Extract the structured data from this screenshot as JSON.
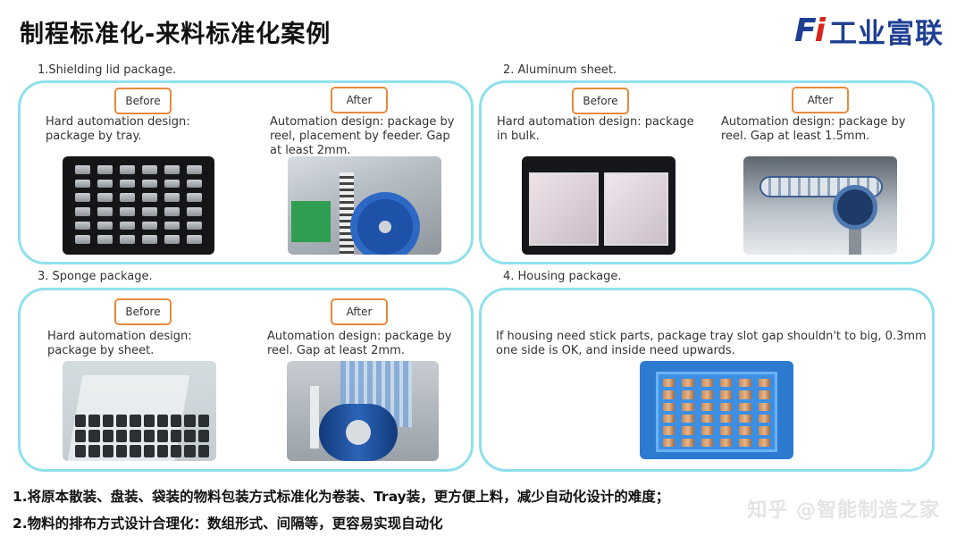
{
  "title": "制程标准化-来料标准化案例",
  "logo": {
    "mark": "Fi",
    "text": "工业富联"
  },
  "sections": [
    {
      "title": "1.Shielding lid package.",
      "before": {
        "label": "Before",
        "desc": "Hard automation design: package by tray."
      },
      "after": {
        "label": "After",
        "desc": "Automation design: package by reel, placement by feeder. Gap at least 2mm."
      }
    },
    {
      "title": "2. Aluminum sheet.",
      "before": {
        "label": "Before",
        "desc": "Hard automation design: package in bulk."
      },
      "after": {
        "label": "After",
        "desc": "Automation design: package by reel. Gap at least 1.5mm."
      }
    },
    {
      "title": "3. Sponge package.",
      "before": {
        "label": "Before",
        "desc": "Hard automation design: package by sheet."
      },
      "after": {
        "label": "After",
        "desc": "Automation design: package by reel. Gap at least 2mm."
      }
    },
    {
      "title": "4. Housing package.",
      "desc": "If housing need stick parts, package tray slot gap shouldn't to big, 0.3mm one side is OK, and inside need upwards."
    }
  ],
  "notes": [
    "1.将原本散装、盘装、袋装的物料包装方式标准化为卷装、Tray装，更方便上料，减少自动化设计的难度；",
    "2.物料的排布方式设计合理化：数组形式、间隔等，更容易实现自动化"
  ],
  "watermark": "知乎 @智能制造之家",
  "colors": {
    "panel_border": "#8fe0ec",
    "tag_border": "#e98a3c",
    "logo_blue": "#1f3f93",
    "logo_red": "#d7261e"
  }
}
